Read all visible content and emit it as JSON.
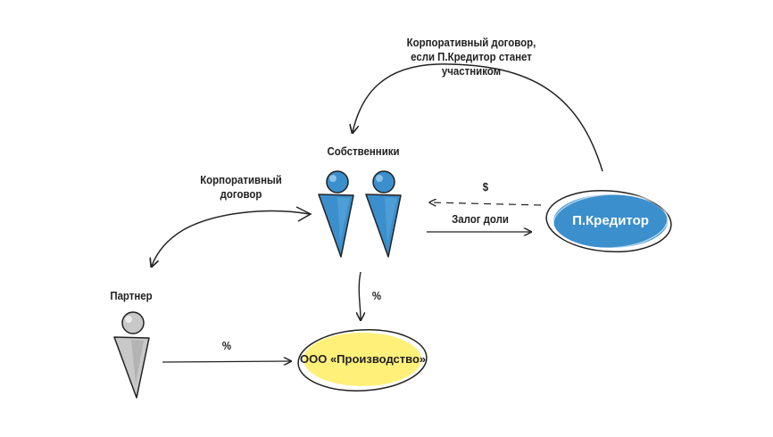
{
  "labels": {
    "corp_agreement_creditor": [
      "Корпоративный договор,",
      "если П.Кредитор станет",
      "участником"
    ],
    "owners": "Собственники",
    "corp_agreement_partner": [
      "Корпоративный",
      "договор"
    ],
    "dollar": "$",
    "pledge": "Залог доли",
    "percent_owners": "%",
    "partner": "Партнер",
    "percent_partner": "%"
  },
  "nodes": {
    "creditor": "П.Кредитор",
    "company": "ООО «Производство»"
  },
  "colors": {
    "blue": "#3b8fcc",
    "blue_light": "#5aa7dc",
    "yellow": "#fff07a",
    "gray": "#c8c8c8",
    "ink": "#222222"
  }
}
